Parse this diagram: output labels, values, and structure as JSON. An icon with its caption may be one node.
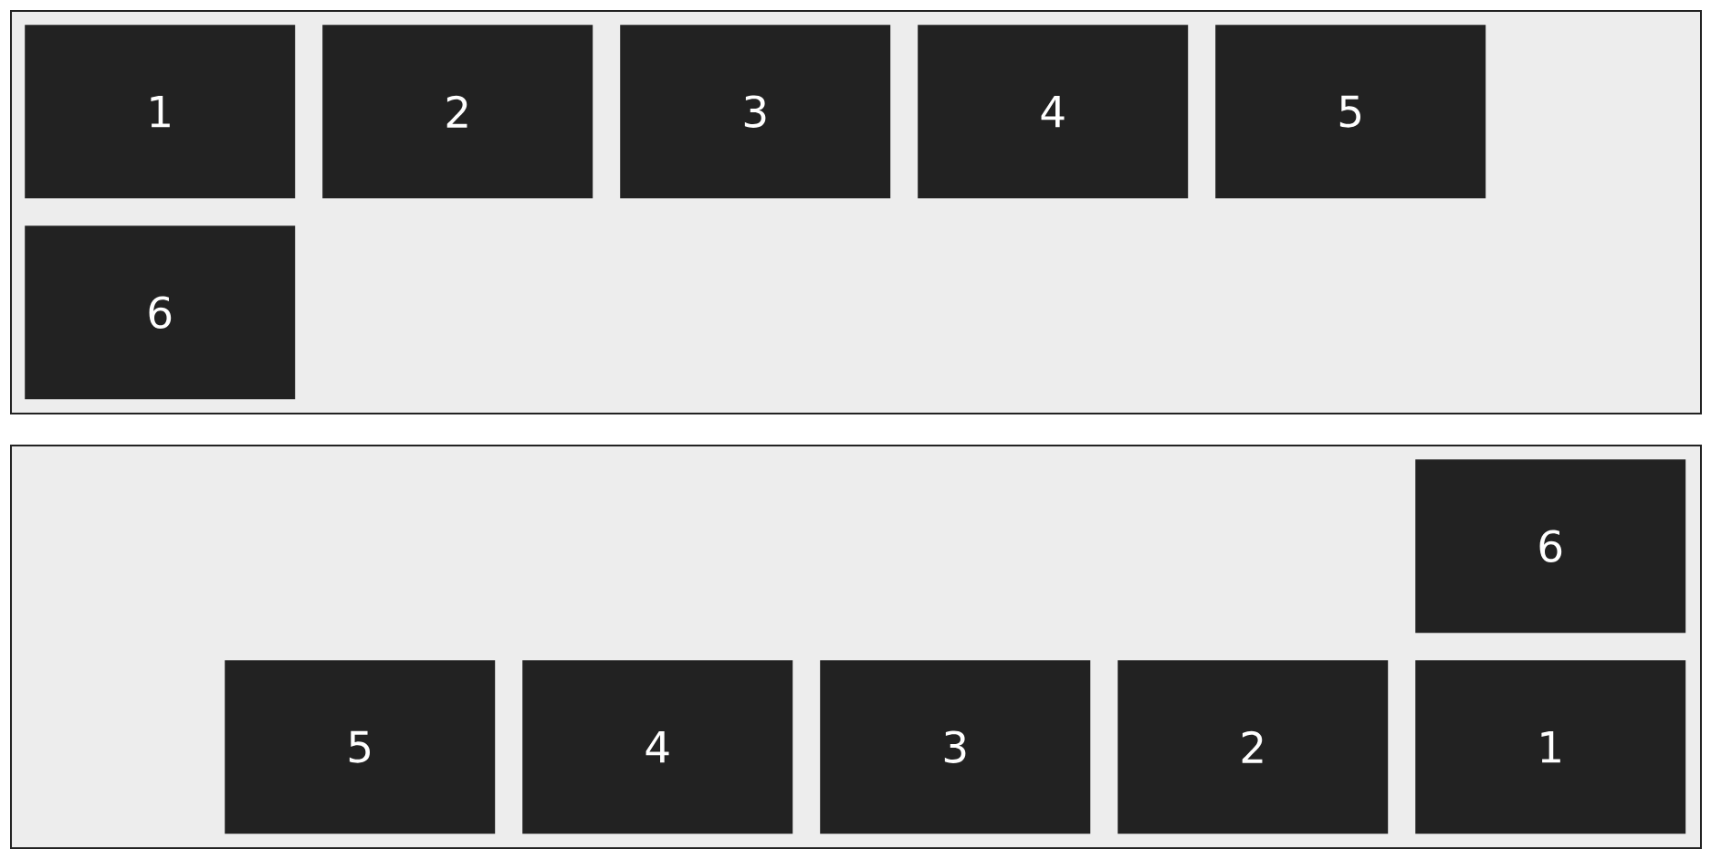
{
  "diagram": {
    "nodes": [
      {
        "text": [],
        "shape": "box"
      },
      {
        "text": [
          "1"
        ],
        "in": 0
      },
      {
        "text": [
          "2"
        ],
        "in": 0
      },
      {
        "text": [
          "3"
        ],
        "in": 0
      },
      {
        "text": [
          "4"
        ],
        "in": 0
      },
      {
        "text": [
          "5"
        ],
        "in": 0
      },
      {
        "text": [
          "6"
        ],
        "in": 0
      },
      {
        "text": [],
        "shape": "box"
      },
      {
        "text": [
          "6"
        ],
        "in": 7
      },
      {
        "text": [
          "5"
        ],
        "in": 7
      },
      {
        "text": [
          "4"
        ],
        "in": 7
      },
      {
        "text": [
          "3"
        ],
        "in": 7
      },
      {
        "text": [
          "2"
        ],
        "in": 7
      },
      {
        "text": [
          "1"
        ],
        "in": 7
      }
    ]
  }
}
